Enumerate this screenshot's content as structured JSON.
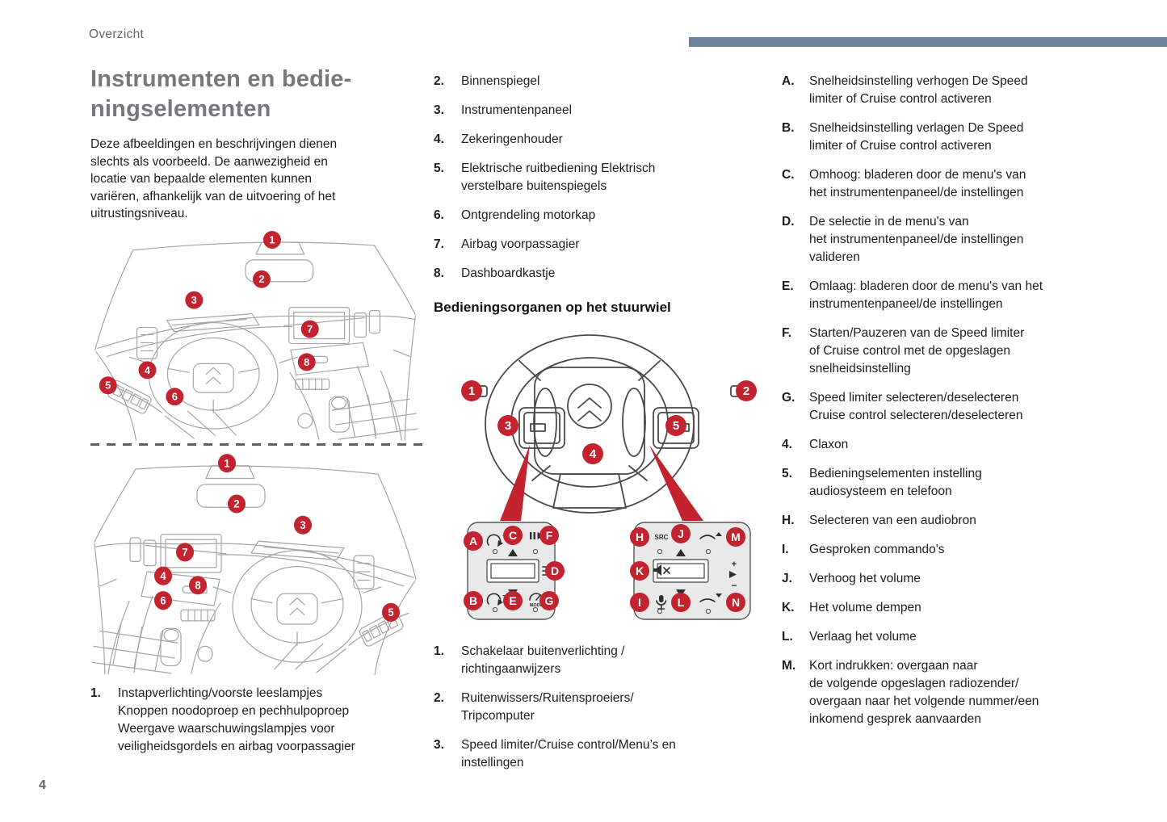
{
  "page": {
    "header": "Overzicht",
    "page_number": "4",
    "accent_bar_color": "#68839b",
    "callout_color": "#c2232e",
    "title_color": "#77787b"
  },
  "left": {
    "title": "Instrumenten en bedie-\nningselementen",
    "intro": "Deze afbeeldingen en beschrijvingen dienen\nslechts als voorbeeld. De aanwezigheid en\nlocatie van bepaalde elementen kunnen\nvariëren, afhankelijk van de uitvoering of het\nuitrustingsniveau.",
    "item1": {
      "n": "1.",
      "text": "Instapverlichting/voorste leeslampjes\nKnoppen noodoproep en pechhulpoproep\nWeergave waarschuwingslampjes voor\nveiligheidsgordels en airbag voorpassagier"
    }
  },
  "middle": {
    "items": [
      {
        "n": "2.",
        "text": "Binnenspiegel"
      },
      {
        "n": "3.",
        "text": "Instrumentenpaneel"
      },
      {
        "n": "4.",
        "text": "Zekeringenhouder"
      },
      {
        "n": "5.",
        "text": "Elektrische ruitbediening Elektrisch\nverstelbare buitenspiegels"
      },
      {
        "n": "6.",
        "text": "Ontgrendeling motorkap"
      },
      {
        "n": "7.",
        "text": "Airbag voorpassagier"
      },
      {
        "n": "8.",
        "text": "Dashboardkastje"
      }
    ],
    "heading": "Bedieningsorganen op het stuurwiel",
    "bottom_items": [
      {
        "n": "1.",
        "text": "Schakelaar buitenverlichting /\nrichtingaanwijzers"
      },
      {
        "n": "2.",
        "text": "Ruitenwissers/Ruitensproeiers/\nTripcomputer"
      },
      {
        "n": "3.",
        "text": "Speed limiter/Cruise control/Menu’s en\ninstellingen"
      }
    ]
  },
  "right": {
    "items": [
      {
        "k": "A.",
        "text": "Snelheidsinstelling verhogen De Speed\nlimiter of Cruise control activeren"
      },
      {
        "k": "B.",
        "text": "Snelheidsinstelling verlagen De Speed\nlimiter of Cruise control activeren"
      },
      {
        "k": "C.",
        "text": "Omhoog: bladeren door de menu's van\nhet instrumentenpaneel/de instellingen"
      },
      {
        "k": "D.",
        "text": "De selectie in de menu's van\nhet instrumentenpaneel/de instellingen\nvalideren"
      },
      {
        "k": "E.",
        "text": "Omlaag: bladeren door de menu's van het\ninstrumentenpaneel/de instellingen"
      },
      {
        "k": "F.",
        "text": "Starten/Pauzeren van de Speed limiter\nof Cruise control met de opgeslagen\nsnelheidsinstelling"
      },
      {
        "k": "G.",
        "text": "Speed limiter selecteren/deselecteren\nCruise control selecteren/deselecteren"
      },
      {
        "k": "4.",
        "text": "Claxon"
      },
      {
        "k": "5.",
        "text": "Bedieningselementen instelling\naudiosysteem en telefoon"
      },
      {
        "k": "H.",
        "text": "Selecteren van een audiobron"
      },
      {
        "k": "I.",
        "text": "Gesproken commando's"
      },
      {
        "k": "J.",
        "text": "Verhoog het volume"
      },
      {
        "k": "K.",
        "text": "Het volume dempen"
      },
      {
        "k": "L.",
        "text": "Verlaag het volume"
      },
      {
        "k": "M.",
        "text": "Kort indrukken: overgaan naar\nde volgende opgeslagen radiozender/\novergaan naar het volgende nummer/een\ninkomend gesprek aanvaarden"
      }
    ]
  },
  "diagrams": {
    "top": {
      "callouts": [
        "1",
        "2",
        "3",
        "7",
        "8",
        "4",
        "5",
        "6"
      ]
    },
    "bottom": {
      "callouts": [
        "1",
        "2",
        "3",
        "7",
        "4",
        "8",
        "6",
        "5"
      ]
    },
    "wheel": {
      "callouts": [
        "1",
        "2",
        "3",
        "4",
        "5"
      ],
      "left_pad": {
        "callouts": [
          "A",
          "C",
          "F",
          "D",
          "B",
          "E",
          "G"
        ],
        "mode_label": "MODE",
        "plus": "+",
        "minus": "−"
      },
      "right_pad": {
        "callouts": [
          "H",
          "J",
          "M",
          "K",
          "I",
          "L",
          "N"
        ],
        "src_label": "SRC",
        "vol_plus": "+",
        "vol_minus": "−"
      }
    }
  }
}
